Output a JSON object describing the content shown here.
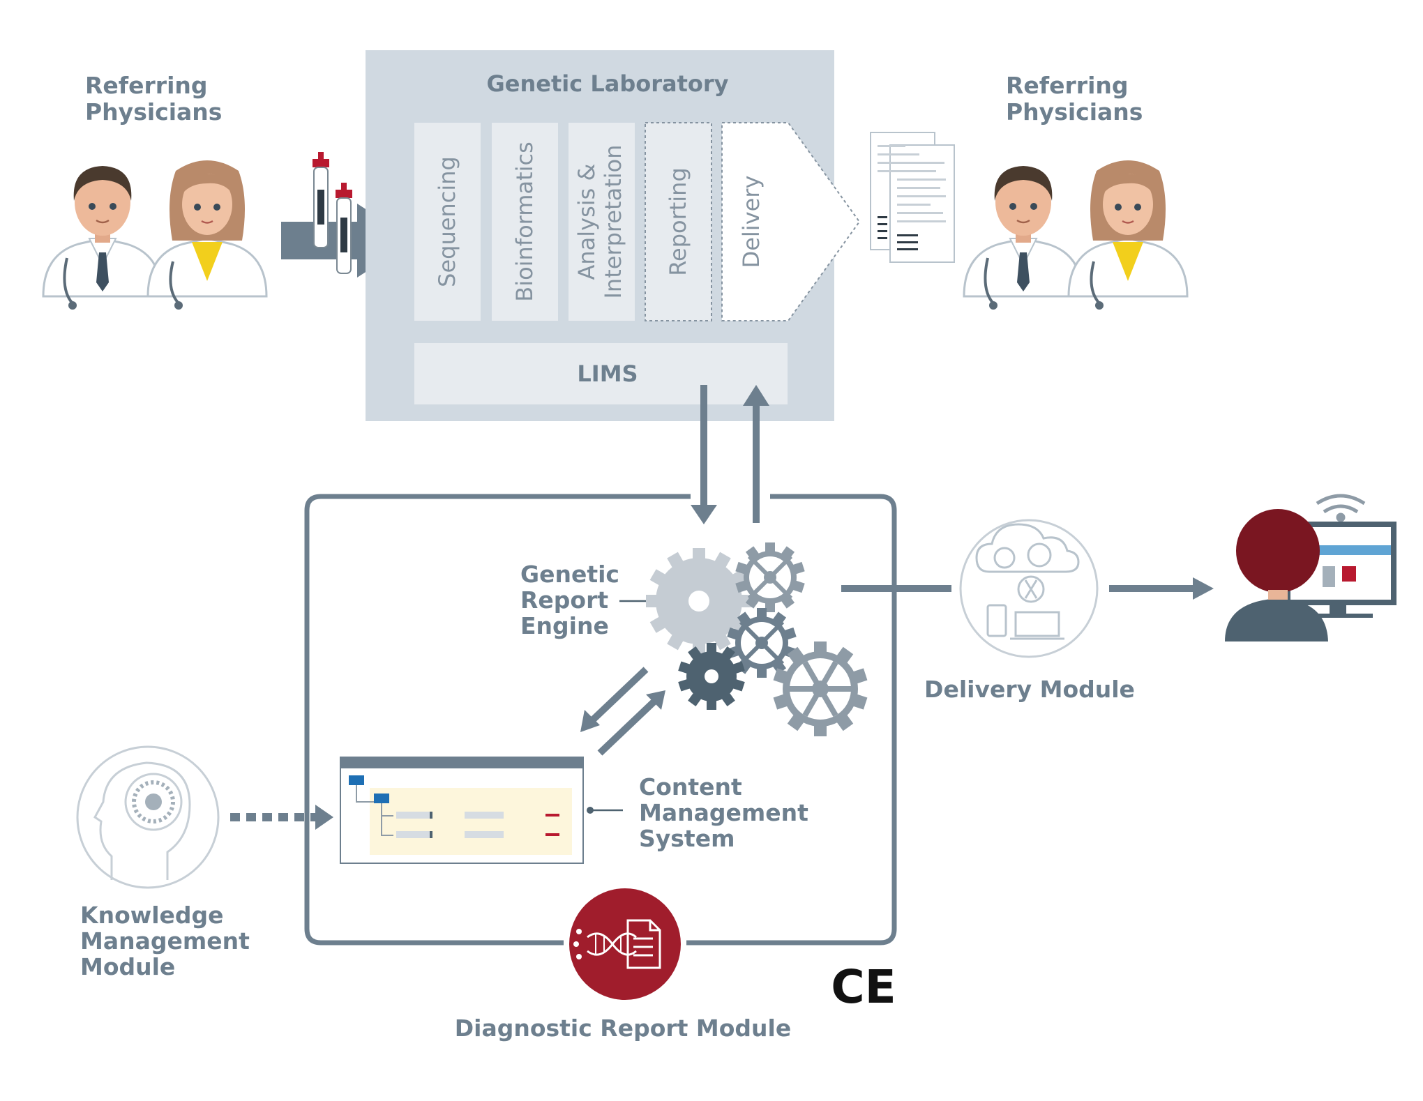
{
  "left_group": {
    "title_line1": "Referring",
    "title_line2": "Physicians"
  },
  "right_group": {
    "title_line1": "Referring",
    "title_line2": "Physicians"
  },
  "lab": {
    "title": "Genetic Laboratory",
    "steps": [
      {
        "label": "Sequencing"
      },
      {
        "label": "Bioinformatics"
      },
      {
        "label_line1": "Analysis &",
        "label_line2": "Interpretation"
      },
      {
        "label": "Reporting"
      },
      {
        "label": "Delivery"
      }
    ],
    "lims_label": "LIMS"
  },
  "engine": {
    "line1": "Genetic",
    "line2": "Report",
    "line3": "Engine"
  },
  "cms": {
    "line1": "Content",
    "line2": "Management",
    "line3": "System"
  },
  "knowledge": {
    "line1": "Knowledge",
    "line2": "Management",
    "line3": "Module"
  },
  "delivery_module": {
    "label": "Delivery Module"
  },
  "diagnostic": {
    "label": "Diagnostic Report Module"
  },
  "certification": {
    "mark": "CE"
  },
  "colors": {
    "slate": "#6d7f8e",
    "lab_panel": "#d0d9e1",
    "step_fill": "#e7ebef",
    "accent_red": "#a01d2c",
    "gear_dark": "#4e6270"
  }
}
